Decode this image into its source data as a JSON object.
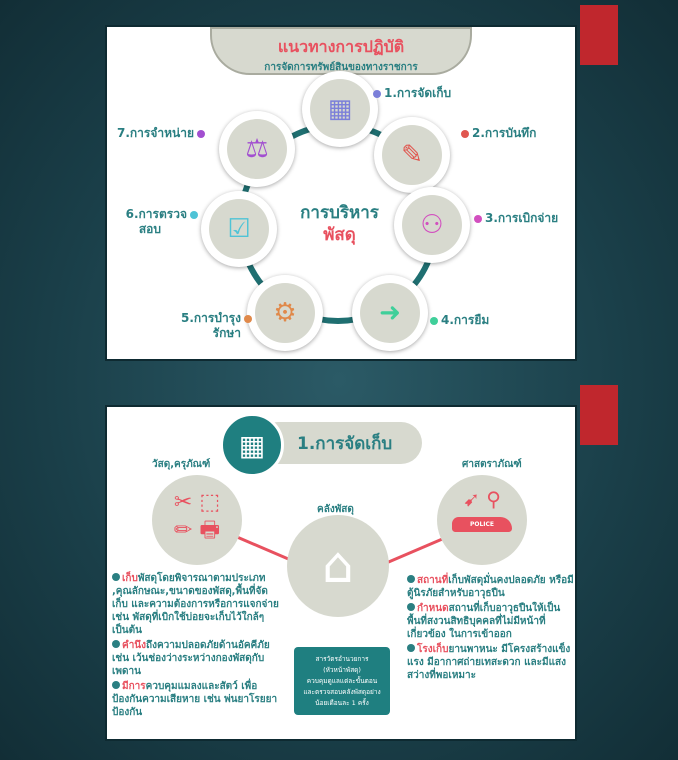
{
  "slide1": {
    "title": "แนวทางการปฏิบัติ",
    "subtitle": "การจัดการทรัพย์สินของทางราชการ",
    "center_line1": "การบริหาร",
    "center_line2": "พัสดุ",
    "steps": [
      {
        "label": "1.การจัดเก็บ",
        "color": "#7b7fd9",
        "icon": "warehouse-icon"
      },
      {
        "label": "2.การบันทึก",
        "color": "#e0564f",
        "icon": "document-pen-icon"
      },
      {
        "label": "3.การเบิกจ่าย",
        "color": "#d24fbf",
        "icon": "handover-icon"
      },
      {
        "label": "4.การยืม",
        "color": "#3fcf9a",
        "icon": "hand-arrow-icon"
      },
      {
        "label": "5.การบำรุงรักษา",
        "line1": "5.การบำรุง",
        "line2": "รักษา",
        "color": "#e0894a",
        "icon": "gears-icon"
      },
      {
        "label": "6.การตรวจสอบ",
        "line1": "6.การตรวจ",
        "line2": "สอบ",
        "color": "#4fc3d6",
        "icon": "checklist-icon"
      },
      {
        "label": "7.การจำหน่าย",
        "color": "#a24fd0",
        "icon": "auction-icon"
      }
    ]
  },
  "slide2": {
    "header": "1.การจัดเก็บ",
    "left_title": "วัสดุ,ครุภัณฑ์",
    "center_title": "คลังพัสดุ",
    "right_title": "ศาสตราภัณฑ์",
    "police_text": "POLICE",
    "left_bullets": [
      {
        "hl": "เก็บ",
        "text": "พัสดุโดยพิจารณาตามประเภท ,คุณลักษณะ,ขนาดของพัสดุ,พื้นที่จัดเก็บ และความต้องการหรือการแจกจ่าย เช่น พัสดุที่เบิกใช้บ่อยจะเก็บไว้ใกล้ๆ เป็นต้น"
      },
      {
        "hl": "คำนึง",
        "text": "ถึงความปลอดภัยด้านอัคคีภัย เช่น เว้นช่องว่างระหว่างกองพัสดุกับเพดาน"
      },
      {
        "hl": "มีการ",
        "text": "ควบคุมแมลงและสัตว์ เพื่อป้องกันความเสียหาย เช่น พ่นยาโรยยาป้องกัน"
      }
    ],
    "right_bullets": [
      {
        "hl": "สถานที่",
        "text": "เก็บพัสดุมั่นคงปลอดภัย หรือมีตู้นิรภัยสำหรับอาวุธปืน"
      },
      {
        "hl": "กำหนด",
        "text": "สถานที่เก็บอาวุธปืนให้เป็นพื้นที่สงวนสิทธิบุคคลที่ไม่มีหน้าที่เกี่ยวข้อง ในการเข้าออก"
      },
      {
        "hl": "โรงเก็บ",
        "text": "ยานพาหนะ มีโครงสร้างแข็งแรง มีอากาศถ่ายเทสะดวก และมีแสงสว่างที่พอเหมาะ"
      }
    ],
    "note_lines": [
      "สารวัตรอำนวยการ",
      "(หัวหน้าพัสดุ)",
      "ควบคุมดูแลแต่ละขั้นตอน",
      "และตรวจสอบคลังพัสดุอย่าง",
      "น้อยเดือนละ 1 ครั้ง"
    ]
  }
}
